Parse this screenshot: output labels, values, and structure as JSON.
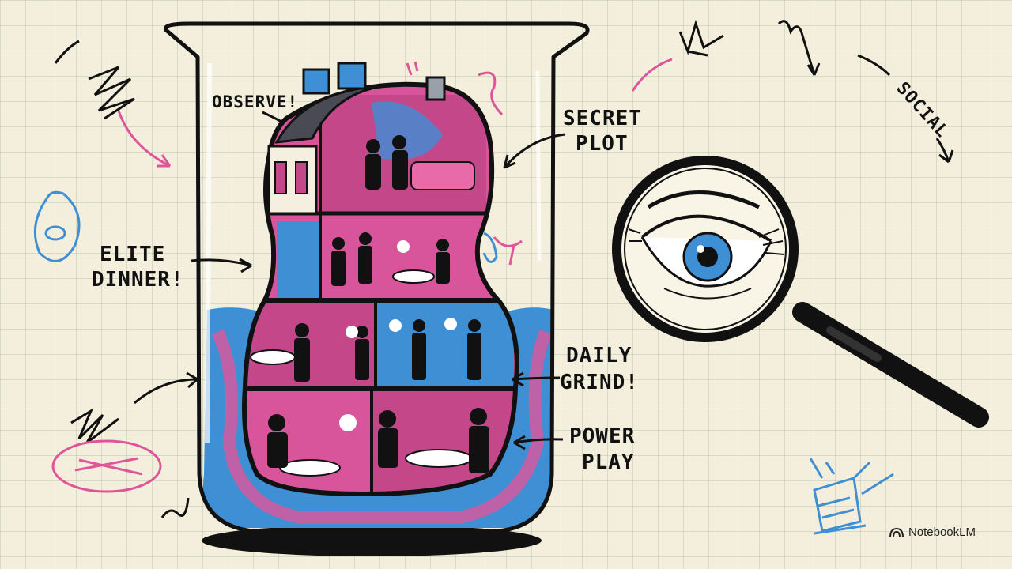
{
  "labels": {
    "observe": "OBSERVE!",
    "secret_plot_line1": "SECRET",
    "secret_plot_line2": "PLOT",
    "social": "SOCIAL",
    "elite_line1": "ELITE",
    "elite_line2": "DINNER!",
    "daily_line1": "DAILY",
    "daily_line2": "GRIND!",
    "power_line1": "POWER",
    "power_line2": "PLAY"
  },
  "brand": {
    "name": "NotebookLM",
    "icon": "notebooklm-logo-icon"
  },
  "colors": {
    "background": "#f4efdc",
    "grid": "#b9c2ae",
    "ink": "#111111",
    "pink": "#e0559a",
    "blue": "#3f8fd4"
  }
}
